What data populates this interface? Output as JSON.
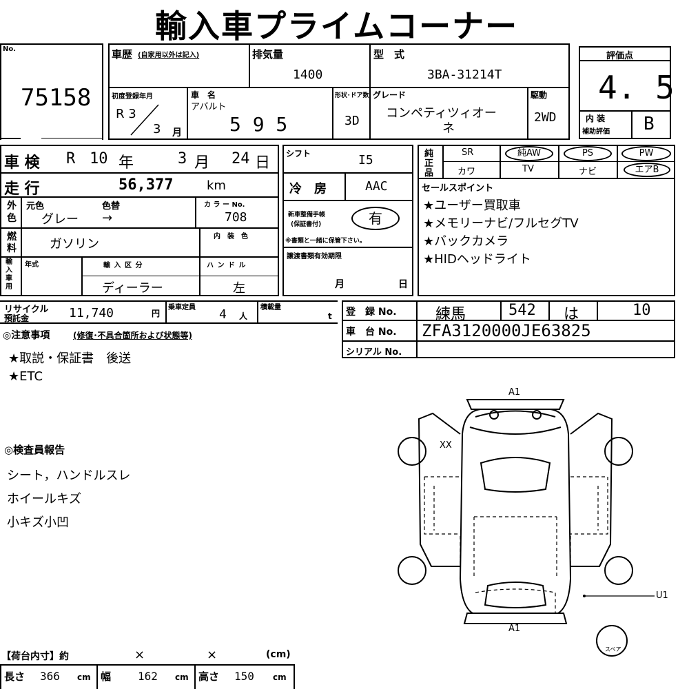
{
  "title": "輸入車プライムコーナー",
  "no": {
    "label": "No.",
    "value": "75158"
  },
  "history": {
    "label": "車歴",
    "note": "(自家用以外は記入)"
  },
  "displacement": {
    "label": "排気量",
    "value": "1400"
  },
  "model": {
    "label": "型　式",
    "value": "3BA-31214T"
  },
  "rating": {
    "label": "評価点",
    "value": "4. 5",
    "interior_label_1": "内 装",
    "interior_label_2": "補助評価",
    "interior_value": "B"
  },
  "first_reg": {
    "label": "初度登録年月",
    "era": "R 3",
    "month": "3",
    "month_unit": "月"
  },
  "car_name": {
    "label": "車　名",
    "maker": "アバルト",
    "value": "5 9 5"
  },
  "doors": {
    "label": "形状･ドア数",
    "value": "3D"
  },
  "grade": {
    "label": "グレード",
    "line1": "コンペティツィオー",
    "line2": "ネ"
  },
  "drive": {
    "label": "駆動",
    "value": "2WD"
  },
  "inspection": {
    "label": "車 検",
    "era": "R",
    "year": "10",
    "year_unit": "年",
    "month": "3",
    "month_unit": "月",
    "day": "24",
    "day_unit": "日"
  },
  "shift": {
    "label": "シフト",
    "value": "I5"
  },
  "mileage": {
    "label": "走 行",
    "value": "56,377",
    "unit": "km"
  },
  "ac": {
    "label": "冷　房",
    "value": "AAC"
  },
  "exterior": {
    "side_label_1": "外",
    "side_label_2": "色",
    "orig_label": "元色",
    "change_label": "色替",
    "orig_value": "グレー",
    "arrow": "→",
    "color_no_label": "カ ラ ー No.",
    "color_no": "708"
  },
  "fuel": {
    "side_label_1": "燃",
    "side_label_2": "料",
    "value": "ガソリン",
    "interior_color_label": "内　装　色"
  },
  "maintenance": {
    "label_1": "新車整備手帳",
    "label_2": "(保証書付)",
    "value": "有",
    "note": "※書類と一緒に保管下さい。"
  },
  "import": {
    "side_label": "輸入車用",
    "year_label": "年式",
    "type_label": "輸 入 区 分",
    "type_value": "ディーラー",
    "handle_label": "ハ ン ド ル",
    "handle_value": "左"
  },
  "transfer": {
    "label": "譲渡書類有効期限",
    "month_unit": "月",
    "day_unit": "日"
  },
  "equipment": {
    "side_label_1": "純",
    "side_label_2": "正",
    "side_label_3": "品",
    "row1": [
      "SR",
      "純AW",
      "PS",
      "PW"
    ],
    "row2": [
      "カワ",
      "TV",
      "ナビ",
      "エアB"
    ]
  },
  "sales_points": {
    "label": "セールスポイント",
    "items": [
      "★ユーザー買取車",
      "★メモリーナビ/フルセグTV",
      "★バックカメラ",
      "★HIDヘッドライト"
    ]
  },
  "recycle": {
    "label_1": "リサイクル",
    "label_2": "預託金",
    "value": "11,740",
    "unit": "円"
  },
  "capacity": {
    "label": "乗車定員",
    "value": "4",
    "unit": "人"
  },
  "load": {
    "label": "積載量",
    "unit": "t"
  },
  "registration": {
    "label": "登　録 No.",
    "region": "練馬",
    "class": "542",
    "kana": "は",
    "number": "10"
  },
  "chassis": {
    "label": "車　台 No.",
    "value": "ZFA3120000JE63825"
  },
  "serial": {
    "label": "シリアル No."
  },
  "notes": {
    "label": "◎注意事項",
    "sub": "(修復･不具合箇所および状態等)",
    "items": [
      "★取説・保証書　後送",
      "★ETC"
    ]
  },
  "inspector": {
    "label": "◎検査員報告",
    "items": [
      "シート，ハンドルスレ",
      "ホイールキズ",
      "小キズ小凹"
    ]
  },
  "diagram": {
    "front_mark": "A1",
    "rear_mark": "A1",
    "left_mark": "XX",
    "right_mark": "U1",
    "spare_label": "スペア"
  },
  "cargo": {
    "label": "【荷台内寸】約",
    "x1": "×",
    "x2": "×",
    "unit": "(cm)",
    "length_label": "長さ",
    "length": "366",
    "width_label": "幅",
    "width": "162",
    "height_label": "高さ",
    "height": "150",
    "cm": "cm"
  }
}
